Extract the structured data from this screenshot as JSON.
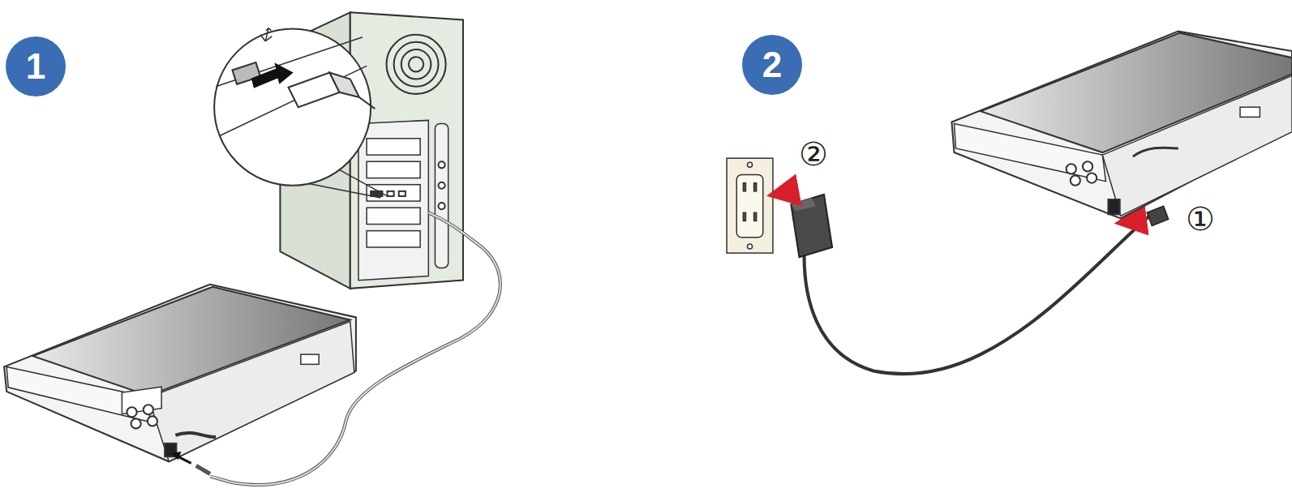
{
  "diagram": {
    "nodes": [
      {
        "text": [
          "1"
        ]
      },
      {
        "text": [
          "2"
        ]
      }
    ],
    "labels": [
      "②",
      "①"
    ]
  }
}
